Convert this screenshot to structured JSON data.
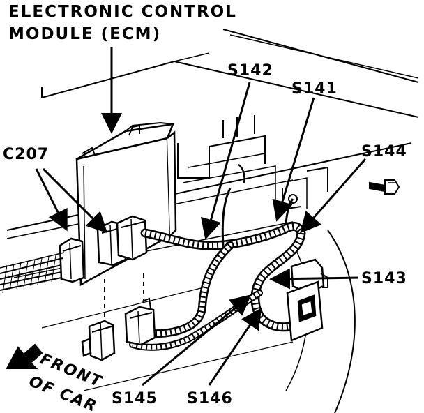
{
  "title": {
    "line1": "ELECTRONIC CONTROL",
    "line2": "MODULE (ECM)"
  },
  "labels": {
    "c207": "C207",
    "s142": "S142",
    "s141": "S141",
    "s144": "S144",
    "s143": "S143",
    "s145": "S145",
    "s146": "S146"
  },
  "direction": {
    "line1": "FRONT",
    "line2": "OF CAR"
  },
  "colors": {
    "ink": "#000000",
    "paper": "#ffffff"
  }
}
